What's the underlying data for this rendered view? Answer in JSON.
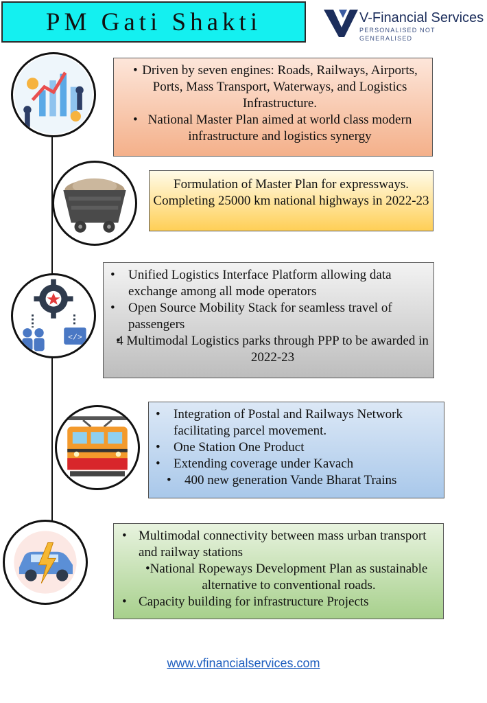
{
  "header": {
    "title": "PM Gati Shakti"
  },
  "logo": {
    "name": "V-Financial Services",
    "tagline": "PERSONALISED NOT GENERALISED"
  },
  "sections": [
    {
      "icon": "analytics-people-icon",
      "items": [
        "Driven by seven engines: Roads, Railways, Airports, Ports, Mass Transport, Waterways, and Logistics Infrastructure.",
        "National Master Plan aimed at world class modern infrastructure and logistics synergy"
      ]
    },
    {
      "icon": "mining-cart-icon",
      "text": "Formulation of Master Plan for expressways. Completing 25000 km national highways in 2022-23"
    },
    {
      "icon": "gear-code-team-icon",
      "items": [
        "Unified Logistics Interface Platform allowing data exchange among all mode operators",
        "Open Source Mobility Stack for seamless travel of passengers",
        "4 Multimodal Logistics parks through PPP to be awarded in 2022-23"
      ]
    },
    {
      "icon": "train-icon",
      "items": [
        "Integration of Postal and Railways Network facilitating parcel movement.",
        "One Station One Product",
        "Extending coverage under Kavach",
        "400 new generation Vande Bharat Trains"
      ]
    },
    {
      "icon": "electric-car-icon",
      "items": [
        "Multimodal connectivity between mass urban transport and railway stations",
        "National Ropeways Development Plan as sustainable alternative to conventional roads.",
        "Capacity building for infrastructure Projects"
      ]
    }
  ],
  "footer": {
    "url": "www.vfinancialservices.com"
  },
  "colors": {
    "title_bg": "#14f0f0",
    "brand": "#1c2e5c",
    "link": "#1f5fbf"
  }
}
